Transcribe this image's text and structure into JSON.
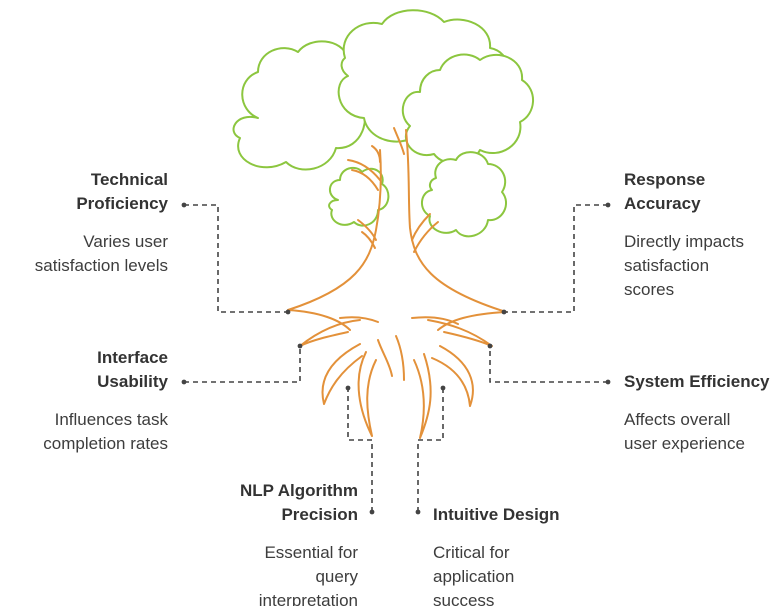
{
  "colors": {
    "canopy_stroke": "#8cc63f",
    "trunk_stroke": "#e3913a",
    "connector": "#444444",
    "text": "#333333"
  },
  "items": [
    {
      "id": "technical-proficiency",
      "title_lines": [
        "Technical",
        "Proficiency"
      ],
      "desc_lines": [
        "Varies user",
        "satisfaction levels"
      ]
    },
    {
      "id": "interface-usability",
      "title_lines": [
        "Interface",
        "Usability"
      ],
      "desc_lines": [
        "Influences task",
        "completion rates"
      ]
    },
    {
      "id": "nlp-algorithm-precision",
      "title_lines": [
        "NLP Algorithm",
        "Precision"
      ],
      "desc_lines": [
        "Essential for",
        "query",
        "interpretation"
      ]
    },
    {
      "id": "intuitive-design",
      "title_lines": [
        "Intuitive Design"
      ],
      "desc_lines": [
        "Critical for",
        "application",
        "success"
      ]
    },
    {
      "id": "response-accuracy",
      "title_lines": [
        "Response",
        "Accuracy"
      ],
      "desc_lines": [
        "Directly impacts",
        "satisfaction",
        "scores"
      ]
    },
    {
      "id": "system-efficiency",
      "title_lines": [
        "System Efficiency"
      ],
      "desc_lines": [
        "Affects overall",
        "user experience"
      ]
    }
  ]
}
